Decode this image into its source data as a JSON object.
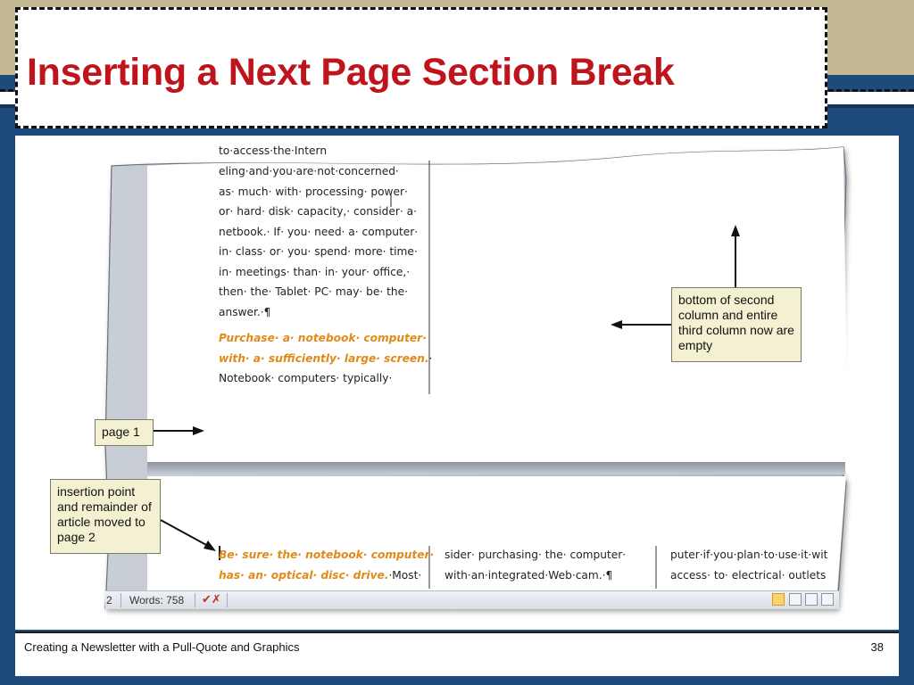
{
  "slide": {
    "title": "Inserting a Next Page Section Break",
    "footer": "Creating a Newsletter with a Pull-Quote and Graphics",
    "page_number": "38"
  },
  "document": {
    "page1_column1": [
      "to·access·the·Intern",
      "eling·and·you·are·not·concerned·",
      "as· much· with· processing· power·",
      "or· hard· disk· capacity,· consider· a·",
      "netbook.· If· you· need· a· computer·",
      "in· class· or· you· spend· more· time·",
      "in· meetings· than· in· your· office,·",
      "then· the· Tablet· PC· may· be· the·",
      "answer.·¶"
    ],
    "page1_heading_line1": "Purchase· a· notebook· computer·",
    "page1_heading_line2": "with· a· sufficiently· large· screen.",
    "page1_heading_line2_tail": "·",
    "page1_last_line": "Notebook·  computers·  typically·",
    "page2_col1_line1": "Be· sure· the· notebook· computer·",
    "page2_col1_line2_orange": "has· an· optical· disc· drive.",
    "page2_col1_line2_tail": "·Most·",
    "page2_col2_line1": "sider·  purchasing·  the·  computer·",
    "page2_col2_line2": "with·an·integrated·Web·cam.·¶",
    "page2_col3_line1": "puter·if·you·plan·to·use·it·wit",
    "page2_col3_line2": "access·  to·  electrical·  outlets"
  },
  "callouts": {
    "empty_columns": "bottom of second column and entire third column now are empty",
    "page1": "page 1",
    "insertion_point": "insertion point and remainder of article moved to page 2"
  },
  "status_bar": {
    "page_fragment": "2",
    "words": "Words: 758",
    "spell_icon": "proofing-error-icon",
    "views": [
      "print-layout-icon",
      "full-screen-reading-icon",
      "web-layout-icon",
      "outline-icon"
    ]
  },
  "colors": {
    "title_red": "#c0141c",
    "heading_orange": "#e08a18",
    "slide_blue": "#1e4a7c",
    "tan_band": "#c3b994",
    "callout_fill": "#f4f0d2"
  }
}
